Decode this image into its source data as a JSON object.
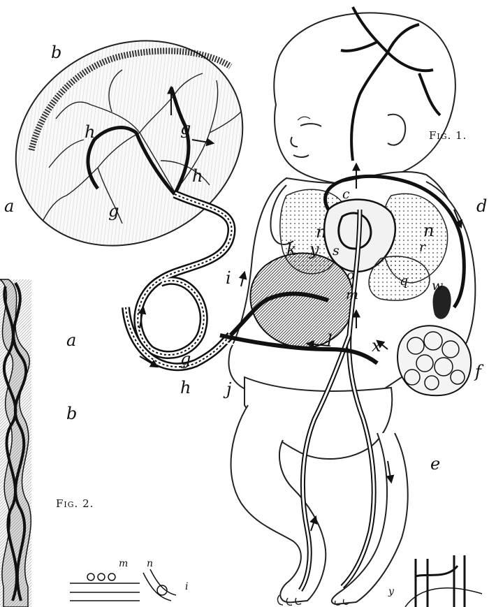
{
  "figure_captions": {
    "fig1": "Fig. 1.",
    "fig2": "Fig. 2."
  },
  "fig1_labels": {
    "a": "a",
    "b": "b",
    "c": "c",
    "d": "d",
    "e": "e",
    "f": "f",
    "g_upper": "g",
    "g_middle": "g",
    "g_lower": "g",
    "h_upper": "h",
    "h_middle": "h",
    "h_lower": "h",
    "i": "i",
    "j": "j",
    "k": "k",
    "l": "l",
    "m": "m",
    "n_left": "n",
    "n_right": "n",
    "o": "o",
    "q": "q",
    "r": "r",
    "s": "s",
    "w": "w",
    "x": "x",
    "y": "y"
  },
  "fig2_labels": {
    "a": "a",
    "b": "b"
  },
  "inset_labels": {
    "m": "m",
    "n": "n",
    "i": "i",
    "y": "y"
  }
}
